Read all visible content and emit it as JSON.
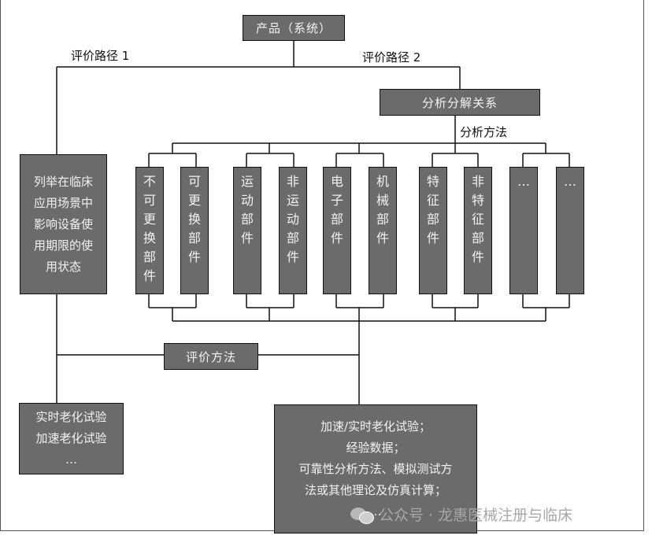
{
  "product": "产品（系统）",
  "paths": {
    "path1": "评价路径 1",
    "path2": "评价路径 2"
  },
  "analysis_relation": "分析分解关系",
  "analysis_method": "分析方法",
  "left_box": [
    "列举在临床",
    "应用场景中",
    "影响设备使",
    "用期限的使",
    "用状态"
  ],
  "components": [
    [
      "不",
      "可",
      "更",
      "换",
      "部",
      "件"
    ],
    [
      "可",
      "更",
      "换",
      "部",
      "件"
    ],
    [
      "运",
      "动",
      "部",
      "件"
    ],
    [
      "非",
      "运",
      "动",
      "部",
      "件"
    ],
    [
      "电",
      "子",
      "部",
      "件"
    ],
    [
      "机",
      "械",
      "部",
      "件"
    ],
    [
      "特",
      "征",
      "部",
      "件"
    ],
    [
      "非",
      "特",
      "征",
      "部",
      "件"
    ],
    [
      "…"
    ],
    [
      "…"
    ]
  ],
  "evaluation_method": "评价方法",
  "bottom_left": [
    "实时老化试验",
    "加速老化试验",
    "…"
  ],
  "bottom_right": [
    "加速/实时老化试验；",
    "经验数据；",
    "可靠性分析方法、模拟测试方",
    "法或其他理论及仿真计算；",
    "…"
  ],
  "watermark": "公众号 · 龙惠医械注册与临床"
}
